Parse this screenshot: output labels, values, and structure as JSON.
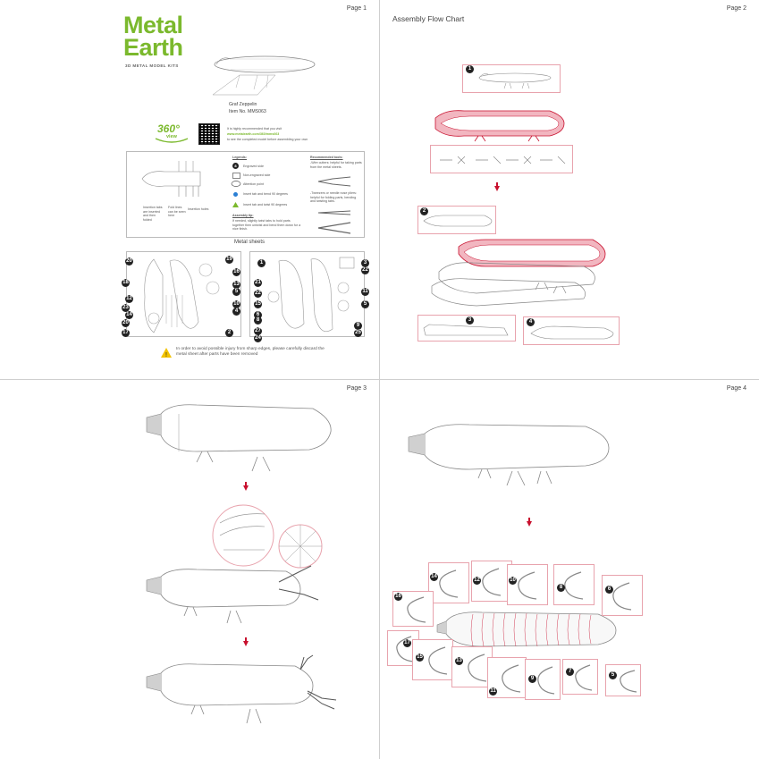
{
  "pages": {
    "page1": {
      "label": "Page 1",
      "logo_line1": "Metal",
      "logo_line2": "Earth",
      "tagline": "3D METAL MODEL KITS",
      "model_name": "Graf Zeppelin",
      "item_no": "Item No. MMS063",
      "badge_360": "360°",
      "badge_view": "view",
      "qr_text_1": "It is highly recommended that you visit",
      "qr_url": "www.metalearth.com/360/mms063",
      "qr_text_2": "to see the completed model before assembling your own",
      "legend": {
        "insertion_tabs": "Insertion tabs are inserted and then folded",
        "fold_lines": "Fold lines can be seen here",
        "insertion_holes": "Insertion holes",
        "legends_title": "Legends:",
        "engraved_side": "Engraved side",
        "non_engraved_side": "Non-engraved side",
        "attention_point": "Attention point",
        "insert_bend_90": "Insert tab and bend 90 degrees",
        "insert_twist_90": "Insert tab and twist 90 degrees",
        "assembly_tip_title": "Assembly tip:",
        "assembly_tip": "If needed, slightly twist tabs to hold parts together then untwist and bend them down for a nice finish.",
        "recommended_tools_title": "Recommended tools:",
        "tool_1": "-Wire cutters: helpful for taking parts from the metal sheets.",
        "tool_2": "-Tweezers or needle nose pliers: helpful for folding parts, bending and twisting tabs."
      },
      "metal_sheets_title": "Metal sheets",
      "sheet_left_numbers": [
        "20",
        "18",
        "12",
        "23",
        "14",
        "20",
        "17",
        "19",
        "16",
        "13",
        "5",
        "10",
        "4",
        "2"
      ],
      "sheet_right_numbers": [
        "1",
        "21",
        "22",
        "15",
        "6",
        "8",
        "27",
        "24",
        "3",
        "22",
        "11",
        "5",
        "9",
        "25"
      ],
      "warning": "In order to avoid possible injury from sharp edges, please carefully discard the metal sheet after parts have been removed"
    },
    "page2": {
      "label": "Page 2",
      "title": "Assembly Flow Chart",
      "steps": [
        "1",
        "2",
        "3",
        "4"
      ]
    },
    "page3": {
      "label": "Page 3"
    },
    "page4": {
      "label": "Page 4",
      "ring_numbers": [
        "14",
        "12",
        "10",
        "8",
        "6",
        "16",
        "17",
        "15",
        "13",
        "11",
        "9",
        "7",
        "5"
      ]
    }
  },
  "colors": {
    "brand_green": "#7bb92d",
    "highlight_pink": "#e8a3ad",
    "highlight_fill": "#f2b6c0",
    "arrow_red": "#c8102e",
    "outline_grey": "#888888"
  }
}
